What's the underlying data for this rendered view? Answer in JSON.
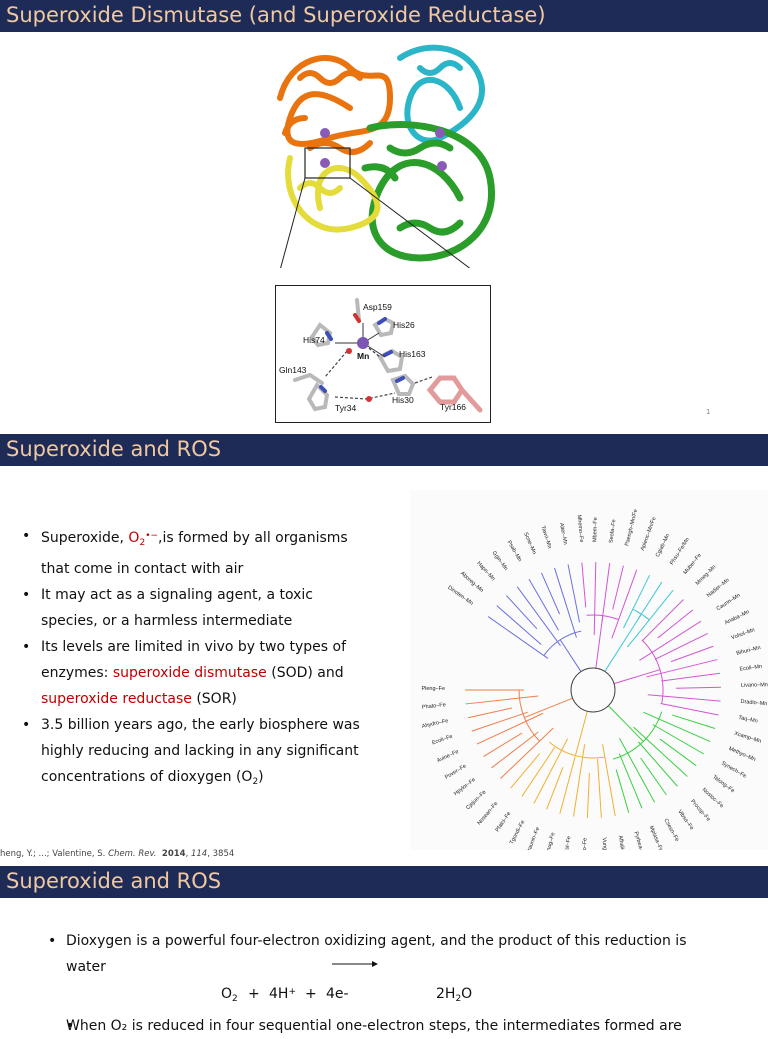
{
  "slide1": {
    "title": "Superoxide Dismutase (and Superoxide Reductase)",
    "labels": {
      "asp159": "Asp159",
      "his26": "His26",
      "his74": "His74",
      "mn": "Mn",
      "his163": "His163",
      "gln143": "Gln143",
      "tyr34": "Tyr34",
      "his30": "His30",
      "tyr166": "Tyr166"
    },
    "page_number": "1"
  },
  "slide2": {
    "title": "Superoxide and ROS",
    "bullets": [
      {
        "pre": "Superoxide, ",
        "formula_base": "O",
        "formula_sub": "2",
        "formula_sup": "•−",
        "post": ",is formed by all organisms that come in contact with air"
      },
      {
        "text": "It may act as a signaling agent, a toxic species, or a harmless intermediate"
      },
      {
        "pre": "Its levels are limited in vivo by two types of enzymes: ",
        "red1": "superoxide dismutase",
        "mid": " (SOD) and ",
        "red2": "superoxide reductase",
        "post": " (SOR)"
      },
      {
        "pre": "3.5 billion years ago, the early biosphere was highly reducing and lacking in any significant concentrations of dioxygen (O",
        "sub": "2",
        "post": ")"
      }
    ],
    "reference": {
      "authors": "heng, Y.; ...; Valentine, S. ",
      "journal": "Chem. Rev.",
      "year": "2014",
      "volume": "114",
      "page": "3854"
    },
    "tree": {
      "leaves": [
        "Dinoten–Mn",
        "Aboreg–Mn",
        "Hapn–Mn",
        "Ggin–Mn",
        "Psab–Mn",
        "Scne–Mn",
        "Tawri–Mn",
        "Alter–Mn",
        "Mhemo–Fe",
        "Mbem–Fe",
        "Seofa–Fe",
        "Paengh–Mn/Fe",
        "Aplenc–Mn/Fe",
        "Cgiab–Mn",
        "Phsu–Fe/Mn",
        "Muber–Fe",
        "Mmeg–Mn",
        "Nadier–Mn",
        "Caunn–Mn",
        "Anaba–Mn",
        "Vohol–Mn",
        "Bihuri–Mn",
        "Ecoli–Mn",
        "Livano–Mn",
        "Dradio–Mn",
        "Taq–Mn",
        "Xcamp–Mn",
        "Methyo–Mn",
        "Synech–Fe",
        "Telong–Fe",
        "Nostoc–Fe",
        "Procsp–Fe",
        "Vibsa–Fe",
        "Csesn–Fe",
        "Mplasa–Fe",
        "Pyrbea–Fe",
        "Afhali–Fe",
        "Vungu–Fe",
        "Msebo–Fe",
        "Ehist–Fe",
        "Cluonug–Fe",
        "Traunin–Fe",
        "Tgondi–Fe",
        "Pfalci–Fe",
        "Nosean–Fe",
        "Cjejun–Fe",
        "Hpylor–Fe",
        "Pover–Fe",
        "Avine–Fe",
        "Ecoli–Fe",
        "Ahydro–Fe",
        "Phato–Fe",
        "Pleng–Fe"
      ]
    }
  },
  "slide3": {
    "title": "Superoxide and ROS",
    "bullet1": "Dioxygen is a powerful four-electron oxidizing agent, and the product of this reduction is water",
    "equation": {
      "o2": "O",
      "o2_sub": "2",
      "plus1": "+",
      "h": "4H",
      "h_sup": "+",
      "plus2": "+",
      "e": "4e-",
      "product": "2H",
      "product_sub": "2",
      "product_tail": "O"
    },
    "bullet2": "When O₂ is reduced in four sequential one-electron steps, the intermediates formed are"
  },
  "colors": {
    "header_bg": "#1e2b57",
    "header_text": "#f0c9a0",
    "highlight": "#c00000",
    "chain_orange": "#e8730f",
    "chain_cyan": "#2bb5c8",
    "chain_green": "#2a9d2a",
    "chain_yellow": "#e4dc3a",
    "clade_blue": "#6a6fe0",
    "clade_magenta": "#d355d6",
    "clade_cyan": "#3fc7d3",
    "clade_orange": "#f07d4a",
    "clade_yellow": "#f0b030",
    "clade_green": "#38d040"
  }
}
